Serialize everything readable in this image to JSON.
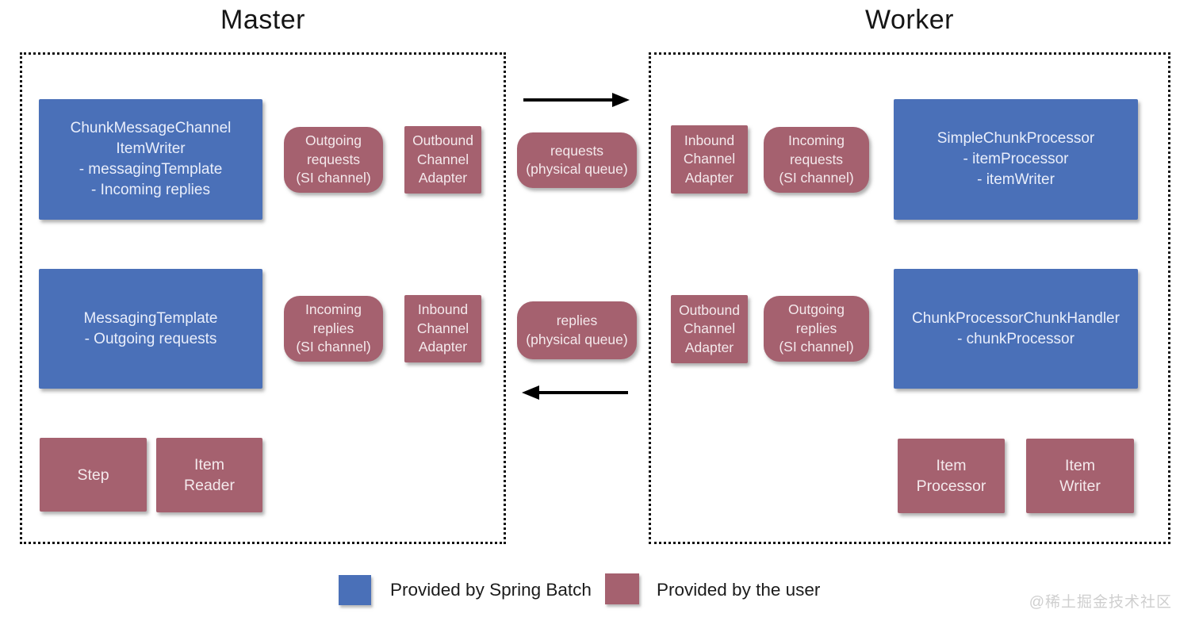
{
  "master": {
    "title": "Master",
    "chunk_writer": {
      "lines": [
        "ChunkMessageChannel",
        "ItemWriter",
        "- messagingTemplate",
        "- Incoming replies"
      ]
    },
    "outgoing_requests": {
      "lines": [
        "Outgoing",
        "requests",
        "(SI channel)"
      ]
    },
    "outbound_adapter": {
      "lines": [
        "Outbound",
        "Channel",
        "Adapter"
      ]
    },
    "messaging_template": {
      "lines": [
        "MessagingTemplate",
        "- Outgoing requests"
      ]
    },
    "incoming_replies": {
      "lines": [
        "Incoming",
        "replies",
        "(SI channel)"
      ]
    },
    "inbound_adapter": {
      "lines": [
        "Inbound",
        "Channel",
        "Adapter"
      ]
    },
    "step": {
      "lines": [
        "Step"
      ]
    },
    "item_reader": {
      "lines": [
        "Item",
        "Reader"
      ]
    }
  },
  "queues": {
    "requests": {
      "lines": [
        "requests",
        "(physical queue)"
      ]
    },
    "replies": {
      "lines": [
        "replies",
        "(physical queue)"
      ]
    }
  },
  "worker": {
    "title": "Worker",
    "inbound_adapter": {
      "lines": [
        "Inbound",
        "Channel",
        "Adapter"
      ]
    },
    "incoming_requests": {
      "lines": [
        "Incoming",
        "requests",
        "(SI channel)"
      ]
    },
    "simple_chunk_processor": {
      "lines": [
        "SimpleChunkProcessor",
        "- itemProcessor",
        "- itemWriter"
      ]
    },
    "outbound_adapter": {
      "lines": [
        "Outbound",
        "Channel",
        "Adapter"
      ]
    },
    "outgoing_replies": {
      "lines": [
        "Outgoing",
        "replies",
        "(SI channel)"
      ]
    },
    "chunk_processor_handler": {
      "lines": [
        "ChunkProcessorChunkHandler",
        "- chunkProcessor"
      ]
    },
    "item_processor": {
      "lines": [
        "Item",
        "Processor"
      ]
    },
    "item_writer": {
      "lines": [
        "Item",
        "Writer"
      ]
    }
  },
  "legend": {
    "spring_batch": {
      "label": "Provided by Spring Batch",
      "color": "#4a70b8"
    },
    "user": {
      "label": "Provided by the user",
      "color": "#a5616f"
    }
  },
  "watermark": "@稀土掘金技术社区"
}
